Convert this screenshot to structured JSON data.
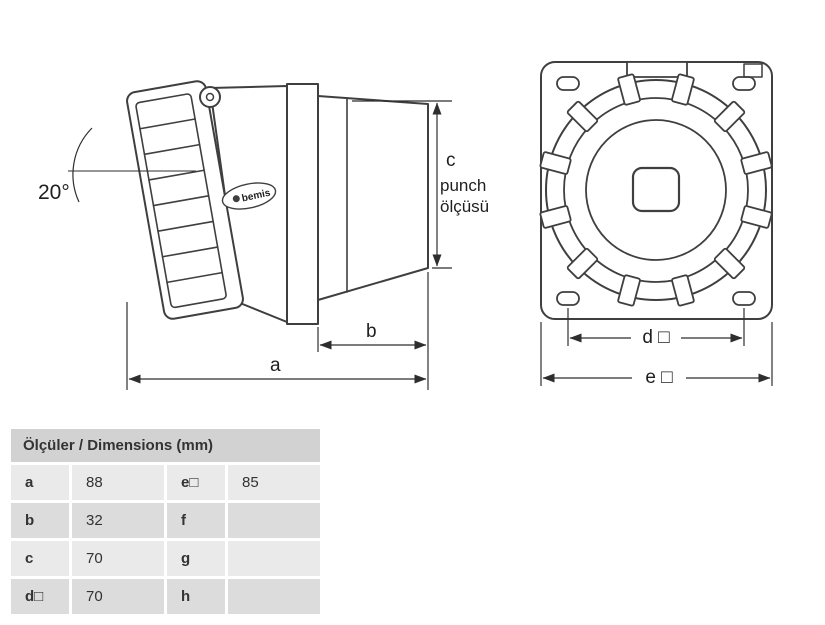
{
  "drawing": {
    "side_view": {
      "angle_label": "20°",
      "dim_c_label": "c",
      "dim_c_note": [
        "punch",
        "ölçüsü"
      ],
      "dim_b_label": "b",
      "dim_a_label": "a",
      "logo_text": "bemis"
    },
    "front_view": {
      "dim_d_label": "d □",
      "dim_e_label": "e □"
    },
    "colors": {
      "line": "#3f3f3f",
      "dimension": "#2e2e2e"
    }
  },
  "dimensions_table": {
    "title": "Ölçüler / Dimensions (mm)",
    "header_bg": "#d2d2d2",
    "row_bg_light": "#eaeaea",
    "row_bg_dark": "#dcdcdc",
    "rows": [
      {
        "key1": "a",
        "val1": "88",
        "key2": "e□",
        "val2": "85"
      },
      {
        "key1": "b",
        "val1": "32",
        "key2": "f",
        "val2": ""
      },
      {
        "key1": "c",
        "val1": "70",
        "key2": "g",
        "val2": ""
      },
      {
        "key1": "d□",
        "val1": "70",
        "key2": "h",
        "val2": ""
      }
    ]
  }
}
